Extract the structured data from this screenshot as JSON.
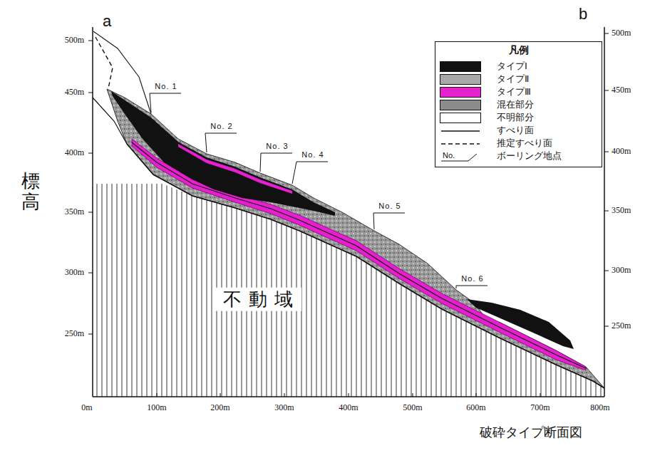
{
  "diagram": {
    "caption": "破砕タイプ断面図",
    "nodes": [
      {
        "text": [
          "凡例"
        ]
      }
    ],
    "labels": [
      "a",
      "b",
      "標高",
      "500m",
      "450m",
      "400m",
      "350m",
      "300m",
      "250m",
      "500m",
      "450m",
      "400m",
      "350m",
      "300m",
      "250m",
      "0m",
      "100m",
      "200m",
      "300m",
      "400m",
      "500m",
      "600m",
      "700m",
      "800m",
      "不動域",
      "No. 1",
      "No. 2",
      "No. 3",
      "No. 4",
      "No. 5",
      "No. 6",
      "No."
    ],
    "legend": [
      {
        "text": "タイプⅠ",
        "color": "#111111"
      },
      {
        "text": "タイプⅡ",
        "color": "#a8a8a8"
      },
      {
        "text": "タイプⅢ",
        "color": "#e61fcf"
      },
      {
        "text": "混在部分",
        "color": "#8c8c8c"
      },
      {
        "text": "不明部分",
        "color": "#ffffff"
      },
      {
        "text": "すべり面"
      },
      {
        "text": "推定すべり面"
      },
      {
        "text": "ボーリング地点"
      }
    ]
  }
}
